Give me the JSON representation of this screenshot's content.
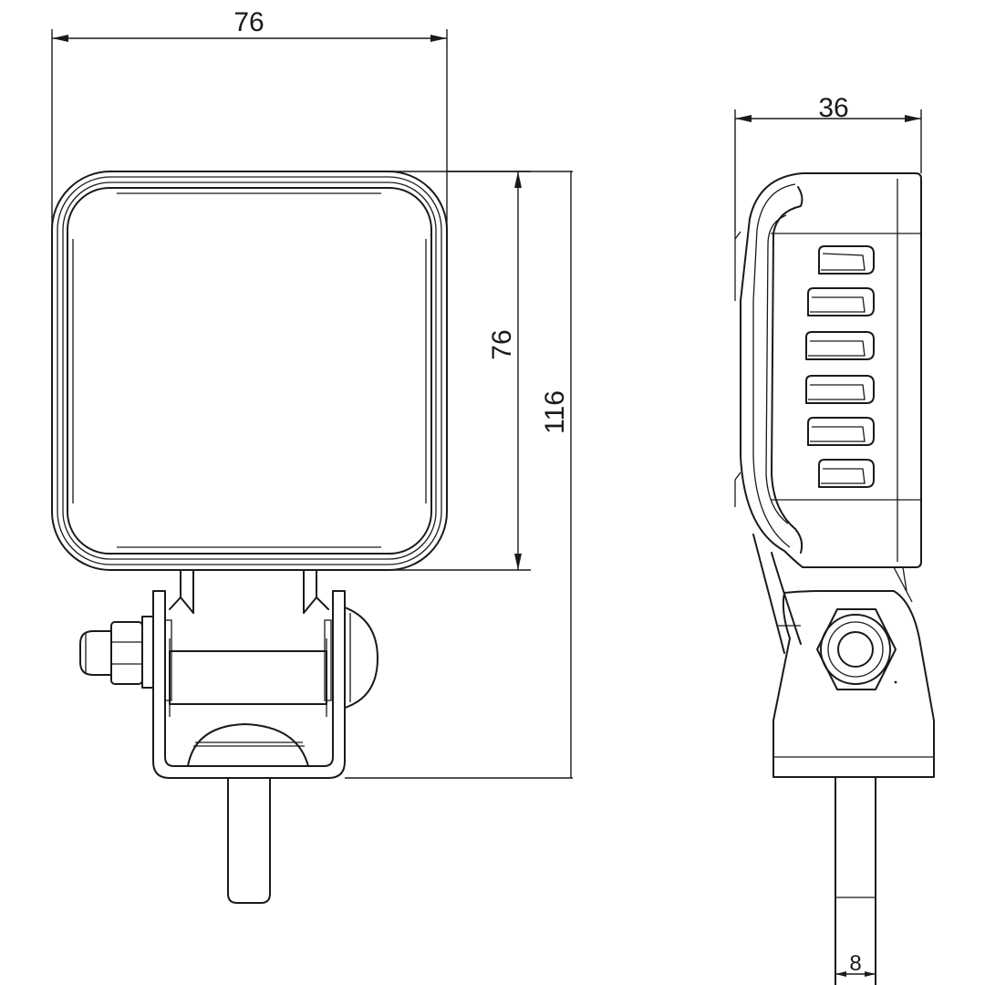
{
  "dimensions": {
    "front_width": "76",
    "front_height": "76",
    "total_height": "116",
    "side_depth": "36",
    "stud_diameter": "8"
  }
}
